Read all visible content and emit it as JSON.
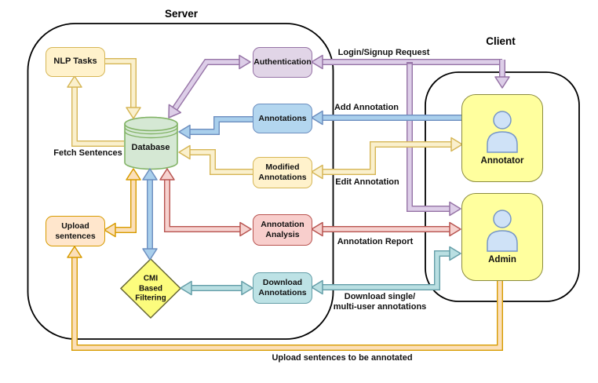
{
  "diagram": {
    "titles": {
      "server": "Server",
      "client": "Client"
    },
    "nodes": {
      "nlp_tasks": "NLP Tasks",
      "database": "Database",
      "upload_sentences": "Upload\nsentences",
      "cmi_filter": "CMI\nBased\nFiltering",
      "authentication": "Authentication",
      "annotations": "Annotations",
      "modified_annotations": "Modified\nAnnotations",
      "annotation_analysis": "Annotation\nAnalysis",
      "download_annotations": "Download\nAnnotations",
      "annotator": "Annotator",
      "admin": "Admin"
    },
    "edge_labels": {
      "fetch_sentences": "Fetch Sentences",
      "login_signup": "Login/Signup Request",
      "add_annotation": "Add Annotation",
      "edit_annotation": "Edit Annotation",
      "annotation_report": "Annotation Report",
      "download_multi": "Download single/\nmulti-user annotations",
      "upload_to_annotate": "Upload sentences to be annotated"
    },
    "colors": {
      "yellow_fill": "#fff2cc",
      "yellow_stroke": "#d6b656",
      "orange_fill": "#ffe6cc",
      "orange_stroke": "#d79b00",
      "purple_fill": "#e1d5e7",
      "purple_stroke": "#9673a6",
      "blue_fill": "#b3d6ef",
      "blue_stroke": "#6c8ebf",
      "green_fill": "#d5e8d4",
      "green_stroke": "#82b366",
      "pink_fill": "#f8cecc",
      "pink_stroke": "#b85450",
      "teal_fill": "#bde2e5",
      "teal_stroke": "#649ea8",
      "diamond_fill": "#fcfc7d",
      "user_box_fill": "#ffff9e",
      "person_icon_fill": "#cfe2f7"
    }
  }
}
